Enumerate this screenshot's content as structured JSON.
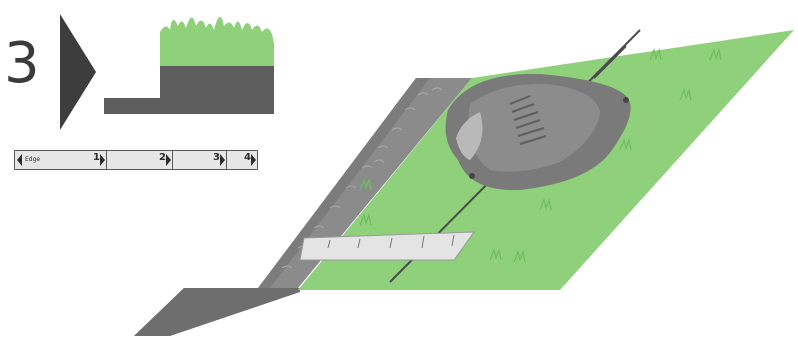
{
  "step": {
    "number": "3"
  },
  "ruler_legend": {
    "edge_label": "Edge",
    "marks": [
      "1",
      "2",
      "3",
      "4"
    ]
  },
  "colors": {
    "grass": "#8fd07a",
    "grass_stroke": "#6cbf5a",
    "pavement_top": "#8b8b8b",
    "pavement_side": "#6a6a6a",
    "pavement_dark": "#4e4e4e",
    "mower_body": "#7a7a7a",
    "mower_light": "#b9b9b9",
    "ruler": "#e4e4e4"
  },
  "icons": {
    "step_arrow": "right-triangle-icon",
    "height_difference": "lawn-step-icon",
    "robot_mower": "robot-mower-icon"
  }
}
